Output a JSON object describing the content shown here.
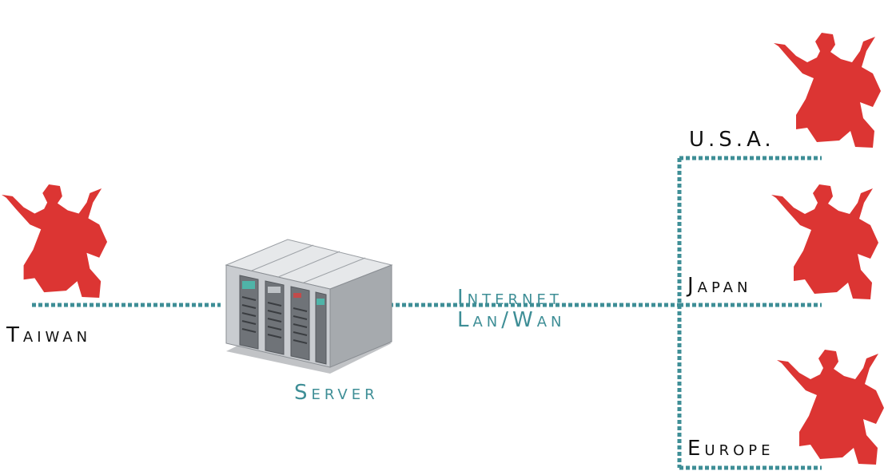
{
  "colors": {
    "figure": "#dc3533",
    "link": "#3e8e96",
    "label_dark": "#111111",
    "label_teal": "#3e8e96",
    "server_body": "#c9ccd0",
    "server_shadow": "#8e9297"
  },
  "nodes": {
    "taiwan": {
      "label": "Taiwan",
      "icon": "person-silhouette-icon"
    },
    "server": {
      "label": "Server",
      "icon": "server-rack-icon"
    },
    "usa": {
      "label": "U.S.A.",
      "icon": "person-silhouette-icon"
    },
    "japan": {
      "label": "Japan",
      "icon": "person-silhouette-icon"
    },
    "europe": {
      "label": "Europe",
      "icon": "person-silhouette-icon"
    }
  },
  "links": {
    "network_line1": "Internet",
    "network_line2": "Lan/Wan"
  }
}
